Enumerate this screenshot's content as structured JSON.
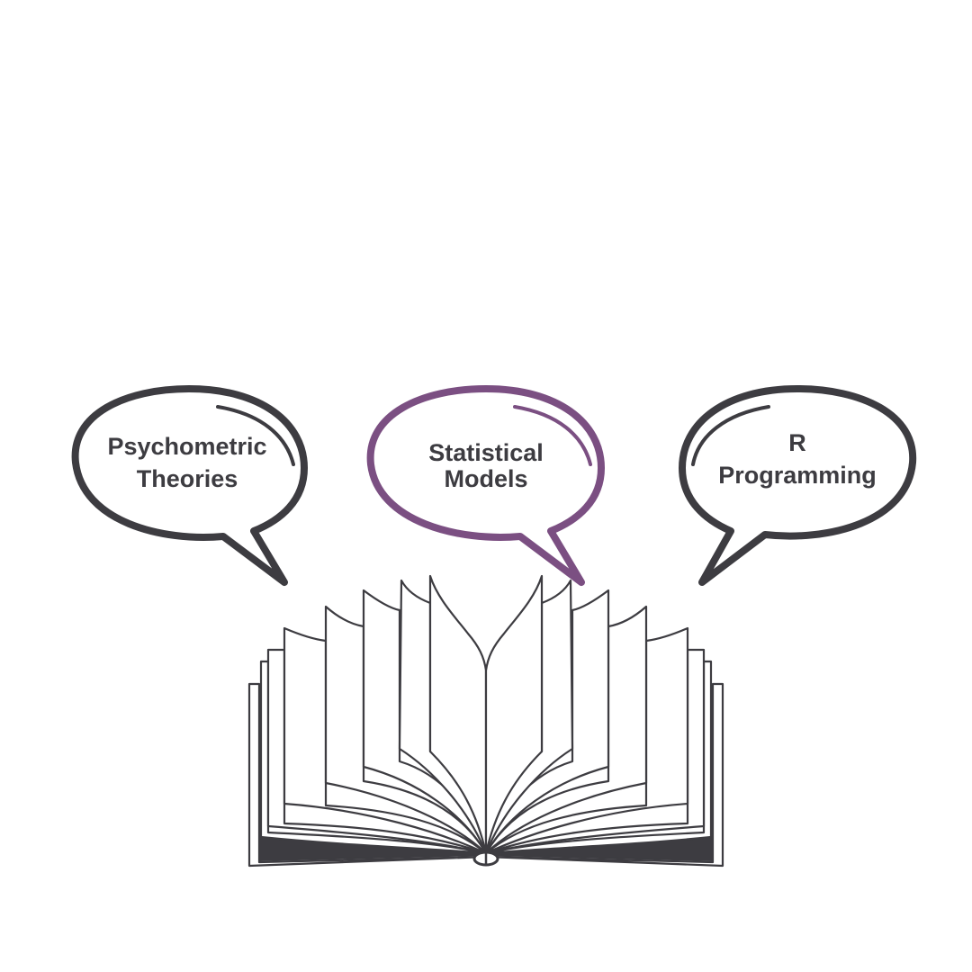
{
  "colors": {
    "ink": "#3d3c41",
    "accent": "#7b4f82",
    "background": "#ffffff"
  },
  "bubbles": [
    {
      "id": "psychometric",
      "line1": "Psychometric",
      "line2": "Theories",
      "highlighted": false
    },
    {
      "id": "statistical",
      "line1": "Statistical",
      "line2": "Models",
      "highlighted": true
    },
    {
      "id": "r-programming",
      "line1": "R",
      "line2": "Programming",
      "highlighted": false
    }
  ],
  "book": {
    "icon": "open-book-icon"
  }
}
